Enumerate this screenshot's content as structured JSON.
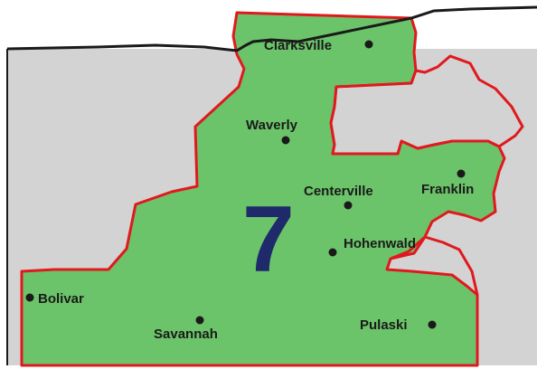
{
  "map": {
    "district_number": "7",
    "colors": {
      "district_fill": "#6cc46a",
      "district_border": "#e0191e",
      "neighbor_fill": "#d3d3d3",
      "outside_fill": "#ffffff",
      "state_line": "#1a1a1a",
      "city_dot": "#1a1a1a",
      "number_color": "#1f2a6b"
    },
    "cities": [
      {
        "name": "Clarksville"
      },
      {
        "name": "Waverly"
      },
      {
        "name": "Centerville"
      },
      {
        "name": "Franklin"
      },
      {
        "name": "Hohenwald"
      },
      {
        "name": "Bolivar"
      },
      {
        "name": "Savannah"
      },
      {
        "name": "Pulaski"
      }
    ]
  }
}
